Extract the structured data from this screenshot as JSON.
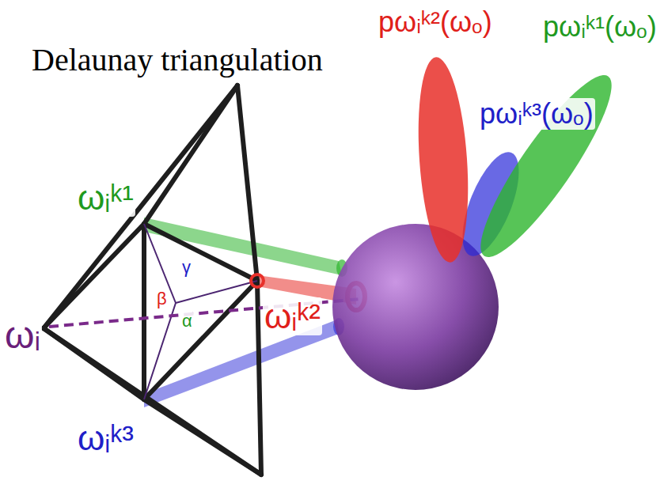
{
  "diagram": {
    "title": "Delaunay triangulation",
    "labels": [
      "ωᵢᵏ¹",
      "ωᵢᵏ²",
      "ωᵢᵏ³",
      "ωᵢ",
      "β",
      "γ",
      "α",
      "pωᵢᵏ²(ωₒ)",
      "pωᵢᵏ¹(ωₒ)",
      "pωᵢᵏ³(ωₒ)"
    ]
  }
}
